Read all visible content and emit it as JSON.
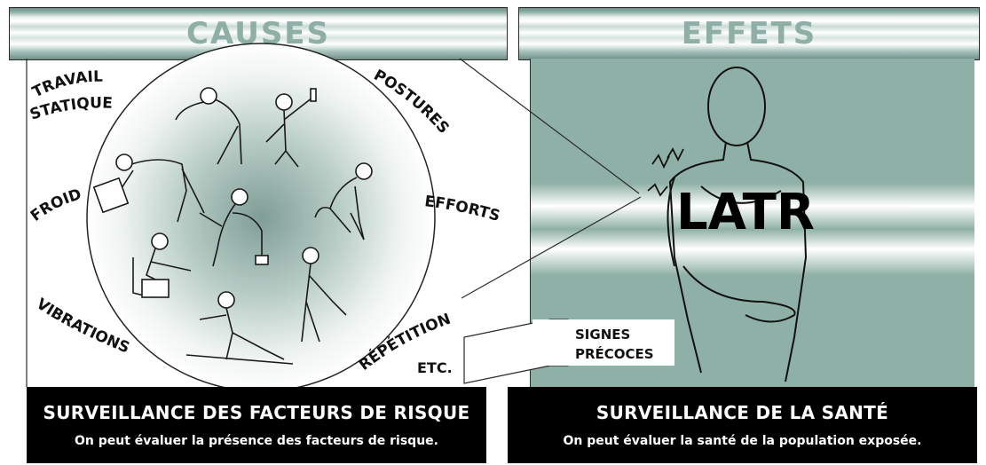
{
  "causes": {
    "title": "CAUSES",
    "factors": {
      "travail": "TRAVAIL",
      "statique": "STATIQUE",
      "postures": "POSTURES",
      "froid": "FROID",
      "efforts": "EFFORTS",
      "vibrations": "VIBRATIONS",
      "repetition": "RÉPÉTITION",
      "etc": "ETC."
    }
  },
  "effets": {
    "title": "EFFETS",
    "main_label": "LATR",
    "signes_line1": "SIGNES",
    "signes_line2": "PRÉCOCES"
  },
  "bottom_left": {
    "title": "SURVEILLANCE DES FACTEURS DE RISQUE",
    "subtitle": "On peut évaluer la présence des facteurs de risque."
  },
  "bottom_right": {
    "title": "SURVEILLANCE DE LA SANTÉ",
    "subtitle": "On peut évaluer la santé de la population exposée."
  },
  "colors": {
    "accent_green": "#8fb0a6",
    "title_green": "#8eaea6",
    "bar_black": "#000000"
  }
}
